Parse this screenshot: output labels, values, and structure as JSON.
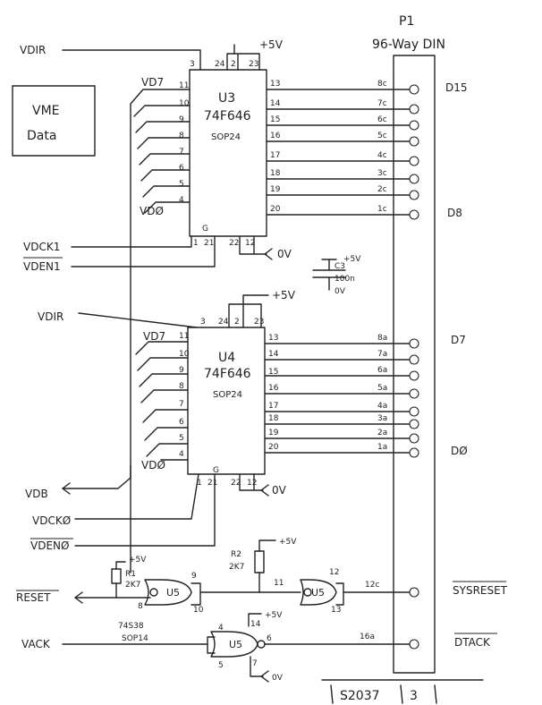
{
  "connector": {
    "ref": "P1",
    "type": "96-Way DIN"
  },
  "title_box": {
    "line1": "VME",
    "line2": "Data"
  },
  "u3": {
    "ref": "U3",
    "part": "74F646",
    "pkg": "SOP24",
    "pins_top": [
      "3",
      "24",
      "2",
      "23"
    ],
    "pins_left": [
      "11",
      "10",
      "9",
      "8",
      "7",
      "6",
      "5",
      "4"
    ],
    "pins_right": [
      "13",
      "14",
      "15",
      "16",
      "17",
      "18",
      "19",
      "20"
    ],
    "pins_bottom": [
      "1",
      "21",
      "22",
      "12"
    ],
    "vd7": "VD7",
    "vd0": "VDØ",
    "pins_g": "G"
  },
  "u4": {
    "ref": "U4",
    "part": "74F646",
    "pkg": "SOP24",
    "pins_top": [
      "3",
      "24",
      "2",
      "23"
    ],
    "pins_left": [
      "11",
      "10",
      "9",
      "8",
      "7",
      "6",
      "5",
      "4"
    ],
    "pins_right": [
      "13",
      "14",
      "15",
      "16",
      "17",
      "18",
      "19",
      "20"
    ],
    "pins_bottom": [
      "1",
      "21",
      "22",
      "12"
    ],
    "vd7": "VD7",
    "vd0": "VDØ",
    "pins_g": "G"
  },
  "pins_upper": [
    "8c",
    "7c",
    "6c",
    "5c",
    "4c",
    "3c",
    "2c",
    "1c"
  ],
  "pins_lower": [
    "8a",
    "7a",
    "6a",
    "5a",
    "4a",
    "3a",
    "2a",
    "1a"
  ],
  "bus_labels": {
    "d15": "D15",
    "d8": "D8",
    "d7": "D7",
    "d0": "DØ"
  },
  "signals": {
    "vdir1": "VDIR",
    "vdck1": "VDCK1",
    "vden1": "VDEN1",
    "vdir2": "VDIR",
    "vdb": "VDB",
    "vdck0": "VDCKØ",
    "vden0": "VDENØ",
    "reset": "RESET",
    "vack": "VACK",
    "sysreset": "SYSRESET",
    "dtack": "DTACK"
  },
  "power": {
    "vcc": "+5V",
    "gnd": "0V"
  },
  "cap": {
    "ref": "C3",
    "value": "100n"
  },
  "r1": {
    "ref": "R1",
    "value": "2K7"
  },
  "r2": {
    "ref": "R2",
    "value": "2K7"
  },
  "u5": {
    "ref": "U5",
    "part": "74S38",
    "pkg": "SOP14",
    "gate1": [
      "9",
      "8",
      "10"
    ],
    "gate2": [
      "12",
      "11",
      "13"
    ],
    "gate3": [
      "4",
      "6",
      "5",
      "14",
      "7"
    ]
  },
  "bus_pins": {
    "sysreset": "12c",
    "dtack": "16a"
  },
  "footer": {
    "drawing": "S2037",
    "sheet": "3"
  }
}
